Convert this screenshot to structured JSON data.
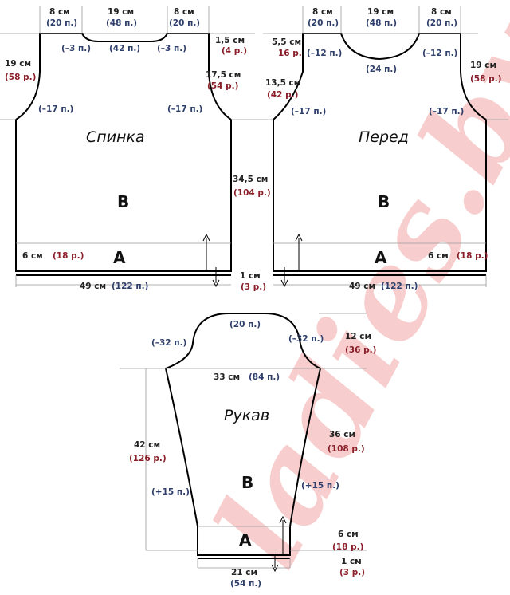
{
  "watermark": "ladies.by",
  "back": {
    "title": "Спинка",
    "zone_a": "A",
    "zone_b": "B",
    "shoulder_left": "8 см",
    "shoulder_left_p": "(20 п.)",
    "neck": "19 см",
    "neck_p": "(48 п.)",
    "shoulder_right": "8 см",
    "shoulder_right_p": "(20 п.)",
    "dec_left": "(–3 п.)",
    "neck_p2": "(42 п.)",
    "dec_right": "(–3 п.)",
    "neck_depth": "1,5 см",
    "neck_depth_r": "(4 р.)",
    "armhole": "19 см",
    "armhole_r": "(58 р.)",
    "armhole2": "17,5 см",
    "armhole2_r": "(54 р.)",
    "arm_dec_left": "(–17 п.)",
    "arm_dec_right": "(–17 п.)",
    "rib": "6 см",
    "rib_r": "(18 р.)",
    "width": "49 см",
    "width_p": "(122 п.)"
  },
  "center": {
    "body_len": "34,5 см",
    "body_len_r": "(104 р.)",
    "edge": "1 см",
    "edge_r": "(3 р.)"
  },
  "front": {
    "title": "Перед",
    "zone_a": "A",
    "zone_b": "B",
    "shoulder_left": "8 см",
    "shoulder_left_p": "(20 п.)",
    "neck": "19 см",
    "neck_p": "(48 п.)",
    "shoulder_right": "8 см",
    "shoulder_right_p": "(20 п.)",
    "neck_depth": "5,5 см",
    "neck_depth_r": "16 р.",
    "dec_left": "(–12 п.)",
    "neck_p2": "(24 п.)",
    "dec_right": "(–12 п.)",
    "armhole_left": "13,5 см",
    "armhole_left_r": "(42 р.)",
    "armhole_right": "19 см",
    "armhole_right_r": "(58 р.)",
    "arm_dec_left": "(–17 п.)",
    "arm_dec_right": "(–17 п.)",
    "rib": "6 см",
    "rib_r": "(18 р.)",
    "width": "49 см",
    "width_p": "(122 п.)"
  },
  "sleeve": {
    "title": "Рукав",
    "zone_a": "A",
    "zone_b": "B",
    "top_p": "(20 п.)",
    "dec_left": "(–32 п.)",
    "dec_right": "(–32 п.)",
    "cap": "12 см",
    "cap_r": "(36 р.)",
    "width": "33 см",
    "width_p": "(84 п.)",
    "length": "42 см",
    "length_r": "(126 р.)",
    "len2": "36 см",
    "len2_r": "(108 р.)",
    "inc_left": "(+15 п.)",
    "inc_right": "(+15 п.)",
    "rib": "6 см",
    "rib_r": "(18 р.)",
    "edge": "1 см",
    "edge_r": "(3 р.)",
    "cuff": "21 см",
    "cuff_p": "(54 п.)"
  }
}
